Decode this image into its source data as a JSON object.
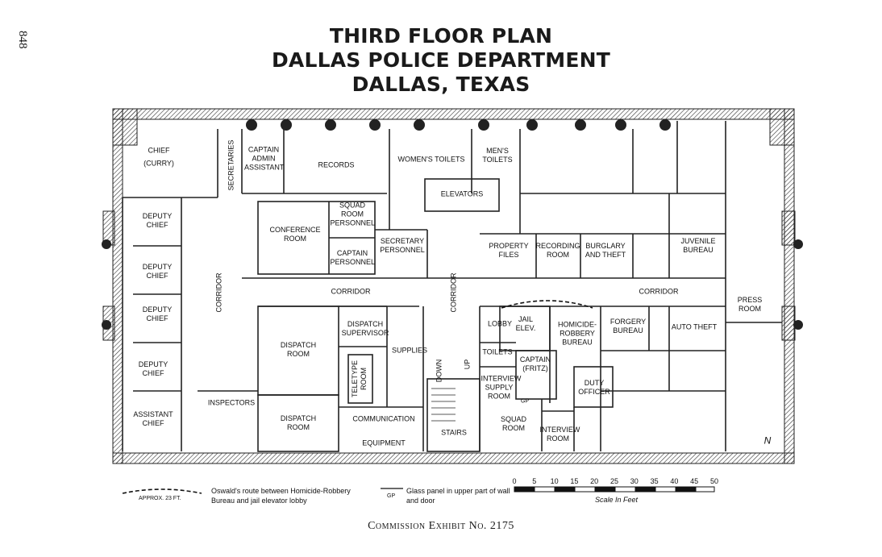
{
  "page_number": "848",
  "title_lines": [
    "THIRD FLOOR PLAN",
    "DALLAS POLICE DEPARTMENT",
    "DALLAS, TEXAS"
  ],
  "rooms": {
    "chief": "CHIEF",
    "chief_name": "(CURRY)",
    "secretaries": "SECRETARIES",
    "captain_admin_assistant": "CAPTAIN ADMIN ASSISTANT",
    "records": "RECORDS",
    "womens_toilets": "WOMEN'S TOILETS",
    "mens_toilets": "MEN'S TOILETS",
    "elevators": "ELEVATORS",
    "deputy_chief_1": "DEPUTY CHIEF",
    "deputy_chief_2": "DEPUTY CHIEF",
    "deputy_chief_3": "DEPUTY CHIEF",
    "deputy_chief_4": "DEPUTY CHIEF",
    "assistant_chief": "ASSISTANT CHIEF",
    "corridor_vertical_left": "CORRIDOR",
    "corridor_horizontal_left": "CORRIDOR",
    "corridor_vertical_center": "CORRIDOR",
    "corridor_horizontal_right": "CORRIDOR",
    "conference_room": "CONFERENCE ROOM",
    "squad_room_personnel": "SQUAD ROOM PERSONNEL",
    "captain_personnel": "CAPTAIN PERSONNEL",
    "secretary_personnel": "SECRETARY PERSONNEL",
    "property_files": "PROPERTY FILES",
    "recording_room": "RECORDING ROOM",
    "burglary_and_theft": "BURGLARY AND THEFT",
    "juvenile_bureau": "JUVENILE BUREAU",
    "press_room": "PRESS ROOM",
    "dispatch_room_1": "DISPATCH ROOM",
    "dispatch_room_2": "DISPATCH ROOM",
    "dispatch_supervisor": "DISPATCH SUPERVISOR",
    "supplies": "SUPPLIES",
    "teletype_room": "TELETYPE ROOM",
    "inspectors": "INSPECTORS",
    "communication": "COMMUNICATION",
    "equipment": "EQUIPMENT",
    "down": "DOWN",
    "up": "UP",
    "stairs": "STAIRS",
    "lobby": "LOBBY",
    "jail_elev": "JAIL ELEV.",
    "homicide_robbery_bureau": "HOMICIDE- ROBBERY BUREAU",
    "forgery_bureau": "FORGERY BUREAU",
    "auto_theft": "AUTO THEFT",
    "toilets": "TOILETS",
    "captain_fritz": "CAPTAIN (FRITZ)",
    "interview_supply_room": "INTERVIEW SUPPLY ROOM",
    "duty_officer": "DUTY OFFICER",
    "squad_room": "SQUAD ROOM",
    "interview_room": "INTERVIEW ROOM",
    "gp": "GP"
  },
  "legend": {
    "route_marker": "APPROX. 23 FT.",
    "route_text": "Oswald's route between Homicide-Robbery Bureau and jail elevator lobby",
    "glass_marker": "GP",
    "glass_text": "Glass panel in upper part of wall and door"
  },
  "scale": {
    "ticks": [
      "0",
      "5",
      "10",
      "15",
      "20",
      "25",
      "30",
      "35",
      "40",
      "45",
      "50"
    ],
    "label": "Scale In Feet"
  },
  "north_symbol": "N",
  "exhibit": "Commission Exhibit No. 2175"
}
